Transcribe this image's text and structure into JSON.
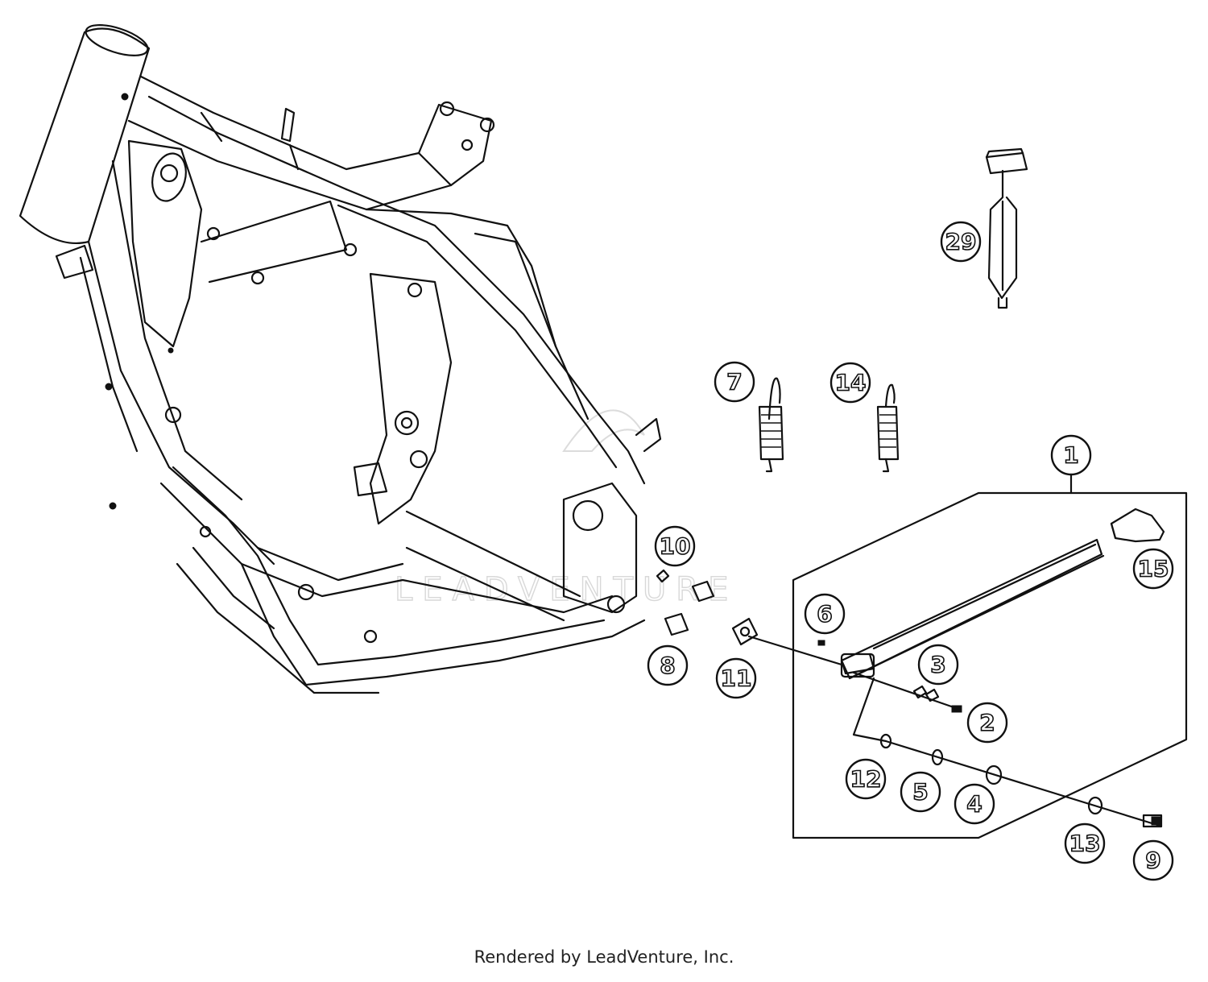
{
  "watermark": "LEADVENTURE",
  "credit": "Rendered by LeadVenture, Inc.",
  "callouts": [
    {
      "id": "c1",
      "label": "1"
    },
    {
      "id": "c2",
      "label": "2"
    },
    {
      "id": "c3",
      "label": "3"
    },
    {
      "id": "c4",
      "label": "4"
    },
    {
      "id": "c5",
      "label": "5"
    },
    {
      "id": "c6",
      "label": "6"
    },
    {
      "id": "c7",
      "label": "7"
    },
    {
      "id": "c8",
      "label": "8"
    },
    {
      "id": "c9",
      "label": "9"
    },
    {
      "id": "c10",
      "label": "10"
    },
    {
      "id": "c11",
      "label": "11"
    },
    {
      "id": "c12",
      "label": "12"
    },
    {
      "id": "c13",
      "label": "13"
    },
    {
      "id": "c14",
      "label": "14"
    },
    {
      "id": "c15",
      "label": "15"
    },
    {
      "id": "c29",
      "label": "29"
    }
  ]
}
